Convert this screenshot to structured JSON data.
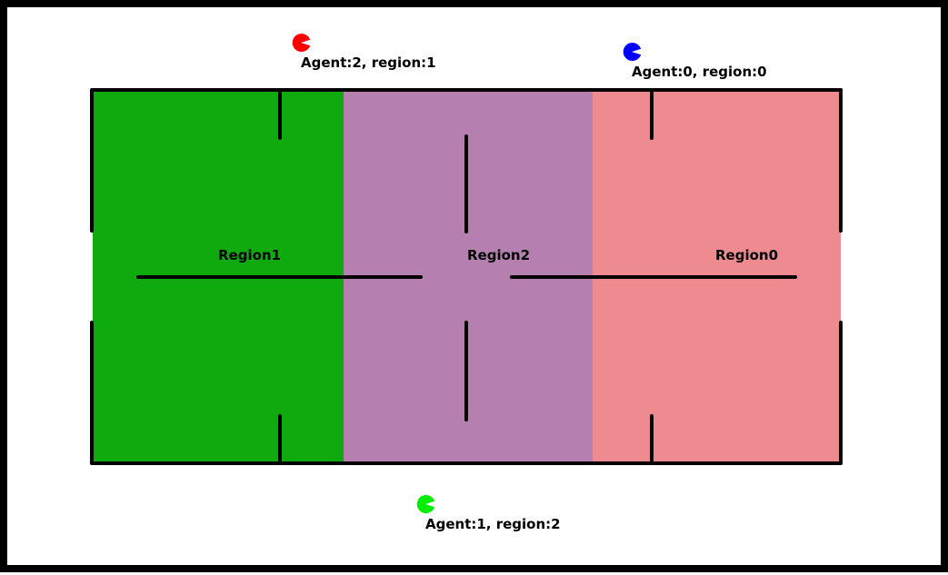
{
  "colors": {
    "frame": "#000000",
    "background": "#ffffff",
    "wall": "#000000"
  },
  "regions": [
    {
      "id": "region1",
      "label": "Region1",
      "color": "#0eaa0e"
    },
    {
      "id": "region2",
      "label": "Region2",
      "color": "#b580b0"
    },
    {
      "id": "region0",
      "label": "Region0",
      "color": "#ed8b90"
    }
  ],
  "agents": [
    {
      "id": "agent2",
      "label": "Agent:2, region:1",
      "color": "#ff0000",
      "icon": "pacman-icon"
    },
    {
      "id": "agent0",
      "label": "Agent:0, region:0",
      "color": "#0000ff",
      "icon": "pacman-icon"
    },
    {
      "id": "agent1",
      "label": "Agent:1, region:2",
      "color": "#00ee00",
      "icon": "pacman-icon"
    }
  ]
}
